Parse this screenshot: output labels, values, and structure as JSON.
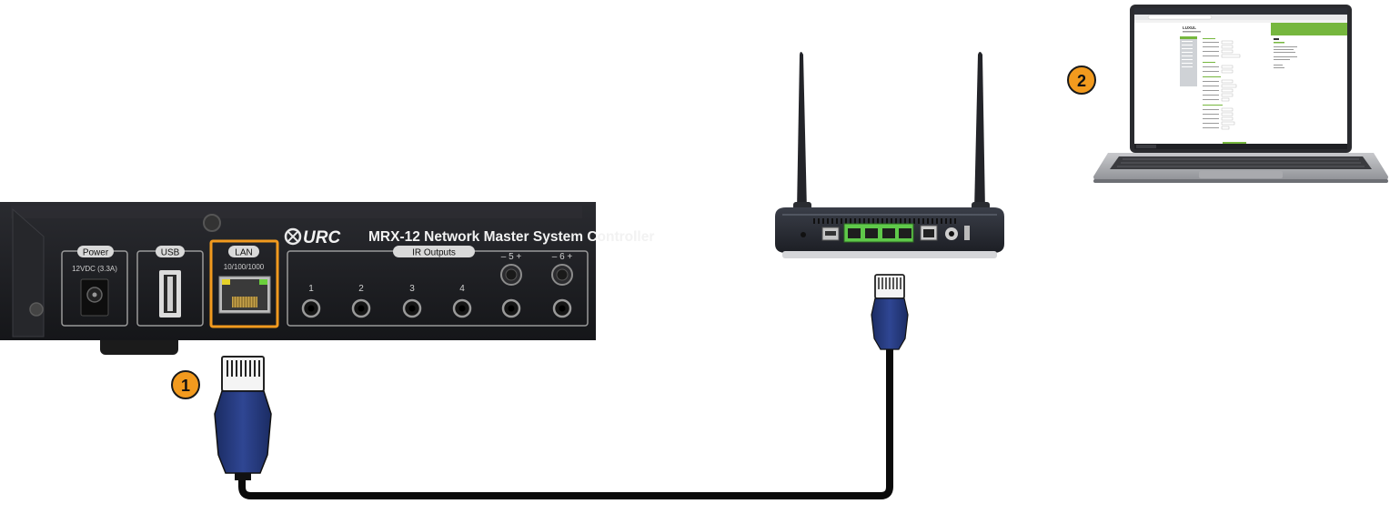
{
  "controller": {
    "logo": "URC",
    "title": "MRX-12 Network Master System Controller",
    "power": {
      "label": "Power",
      "spec": "12VDC (3.3A)"
    },
    "usb": {
      "label": "USB"
    },
    "lan": {
      "label": "LAN",
      "spec": "10/100/1000"
    },
    "ir": {
      "label": "IR Outputs",
      "ports": [
        "1",
        "2",
        "3",
        "4"
      ],
      "dual_ports": [
        "– 5 +",
        "– 6 +"
      ]
    }
  },
  "steps": [
    "1",
    "2"
  ],
  "colors": {
    "accent_orange": "#f29a1e",
    "device_body": "#1d1e22",
    "cable": "#0b0b0b",
    "plug_blue": "#25397a",
    "router_port_green": "#5fc94a",
    "browser_green": "#76b73e"
  },
  "icons": [
    "router-icon",
    "laptop-icon",
    "ethernet-plug-icon"
  ]
}
